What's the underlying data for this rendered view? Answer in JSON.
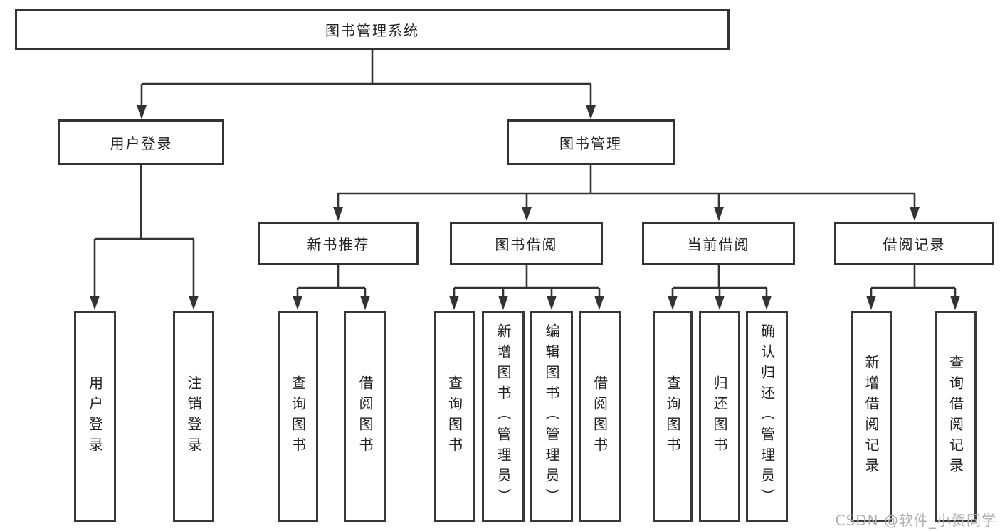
{
  "diagram": {
    "root": {
      "label": "图书管理系统"
    },
    "branches": {
      "user_login": {
        "label": "用户登录",
        "children": [
          {
            "label": "用户登录"
          },
          {
            "label": "注销登录"
          }
        ]
      },
      "book_management": {
        "label": "图书管理",
        "children": {
          "new_book_recommend": {
            "label": "新书推荐",
            "children": [
              {
                "label": "查询图书"
              },
              {
                "label": "借阅图书"
              }
            ]
          },
          "book_borrow": {
            "label": "图书借阅",
            "children": [
              {
                "label": "查询图书"
              },
              {
                "label": "新增图书（管理员）"
              },
              {
                "label": "编辑图书（管理员）"
              },
              {
                "label": "借阅图书"
              }
            ]
          },
          "current_borrow": {
            "label": "当前借阅",
            "children": [
              {
                "label": "查询图书"
              },
              {
                "label": "归还图书"
              },
              {
                "label": "确认归还（管理员）"
              }
            ]
          },
          "borrow_record": {
            "label": "借阅记录",
            "children": [
              {
                "label": "新增借阅记录"
              },
              {
                "label": "查询借阅记录"
              }
            ]
          }
        }
      }
    },
    "watermark": "CSDN @软件_小贺同学",
    "colors": {
      "line": "#333333",
      "text": "#222222",
      "watermark": "#b0b0b0",
      "background": "#ffffff"
    }
  }
}
